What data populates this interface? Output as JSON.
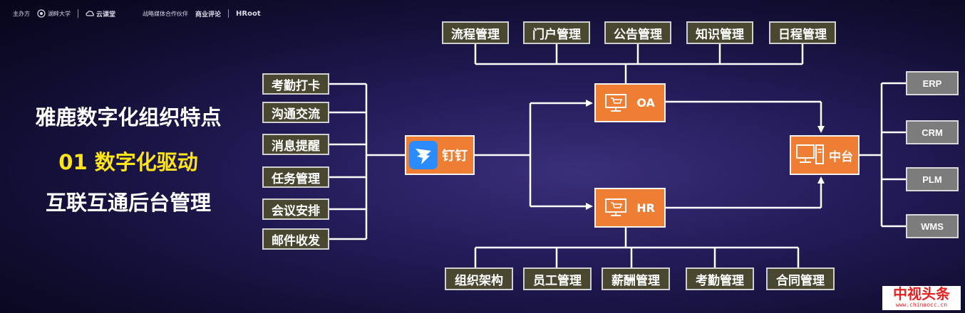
{
  "header": {
    "host_label": "主办方",
    "partner1": "湖畔大学",
    "partner2": "云课堂",
    "media_label": "战略媒体合作伙伴",
    "media1": "商业评论",
    "media2": "HRoot"
  },
  "title": {
    "line1": "雅鹿数字化组织特点",
    "line2": "01 数字化驱动",
    "line3": "互联互通后台管理"
  },
  "left_items": [
    "考勤打卡",
    "沟通交流",
    "消息提醒",
    "任务管理",
    "会议安排",
    "邮件收发"
  ],
  "dingtalk": {
    "label": "钉钉"
  },
  "oa": {
    "label": "OA"
  },
  "hr": {
    "label": "HR"
  },
  "zhongtai": {
    "label": "中台"
  },
  "top_items": [
    "流程管理",
    "门户管理",
    "公告管理",
    "知识管理",
    "日程管理"
  ],
  "bottom_items": [
    "组织架构",
    "员工管理",
    "薪酬管理",
    "考勤管理",
    "合同管理"
  ],
  "right_items": [
    "ERP",
    "CRM",
    "PLM",
    "WMS"
  ],
  "watermark": {
    "name": "中视头条",
    "url": "www.chinaocc.cn"
  },
  "colors": {
    "orange": "#ee7e33",
    "olive": "#4a4731",
    "gray": "#7c7c7c",
    "accent_yellow": "#ffe41a"
  }
}
